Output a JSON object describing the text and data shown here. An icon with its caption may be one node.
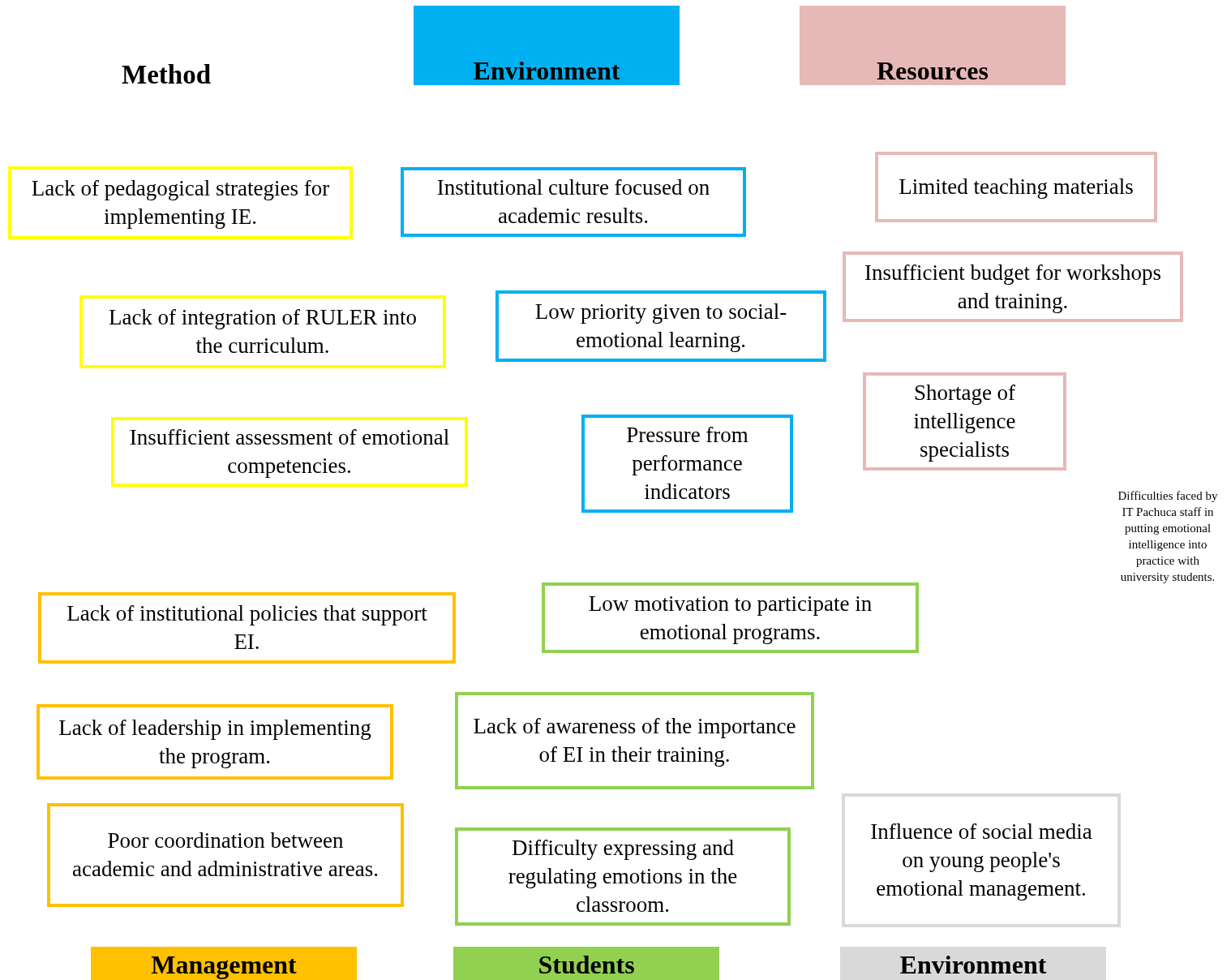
{
  "diagram": {
    "nodes": [
      {
        "text": [
          "Environment"
        ]
      },
      {
        "text": [
          "Resources"
        ]
      },
      {
        "text": [
          "Lack of pedagogical strategies for implementing IE."
        ]
      },
      {
        "text": [
          "Institutional culture focused on academic results."
        ]
      },
      {
        "text": [
          "Limited teaching materials"
        ]
      },
      {
        "text": [
          "Insufficient budget for workshops and training."
        ]
      },
      {
        "text": [
          "Lack of integration of RULER into the curriculum."
        ]
      },
      {
        "text": [
          "Low priority given to social-emotional learning."
        ]
      },
      {
        "text": [
          "Shortage of intelligence specialists"
        ]
      },
      {
        "text": [
          "Insufficient assessment of emotional competencies."
        ]
      },
      {
        "text": [
          "Pressure from performance indicators"
        ]
      },
      {
        "text": [
          "Lack of institutional policies that support EI."
        ]
      },
      {
        "text": [
          "Low motivation to participate in emotional programs."
        ]
      },
      {
        "text": [
          "Lack of leadership in implementing the program."
        ]
      },
      {
        "text": [
          "Lack of awareness of the importance of EI in their training."
        ]
      },
      {
        "text": [
          "Poor coordination between academic and administrative areas."
        ]
      },
      {
        "text": [
          "Difficulty expressing and regulating emotions in the classroom."
        ]
      },
      {
        "text": [
          "Influence of social media on young people's emotional management."
        ]
      },
      {
        "text": [
          "Management"
        ]
      },
      {
        "text": [
          "Students"
        ]
      },
      {
        "text": [
          "Environment"
        ]
      }
    ],
    "labels": [
      "Method",
      "Difficulties faced by IT Pachuca staff in putting emotional intelligence into practice with university students."
    ]
  }
}
